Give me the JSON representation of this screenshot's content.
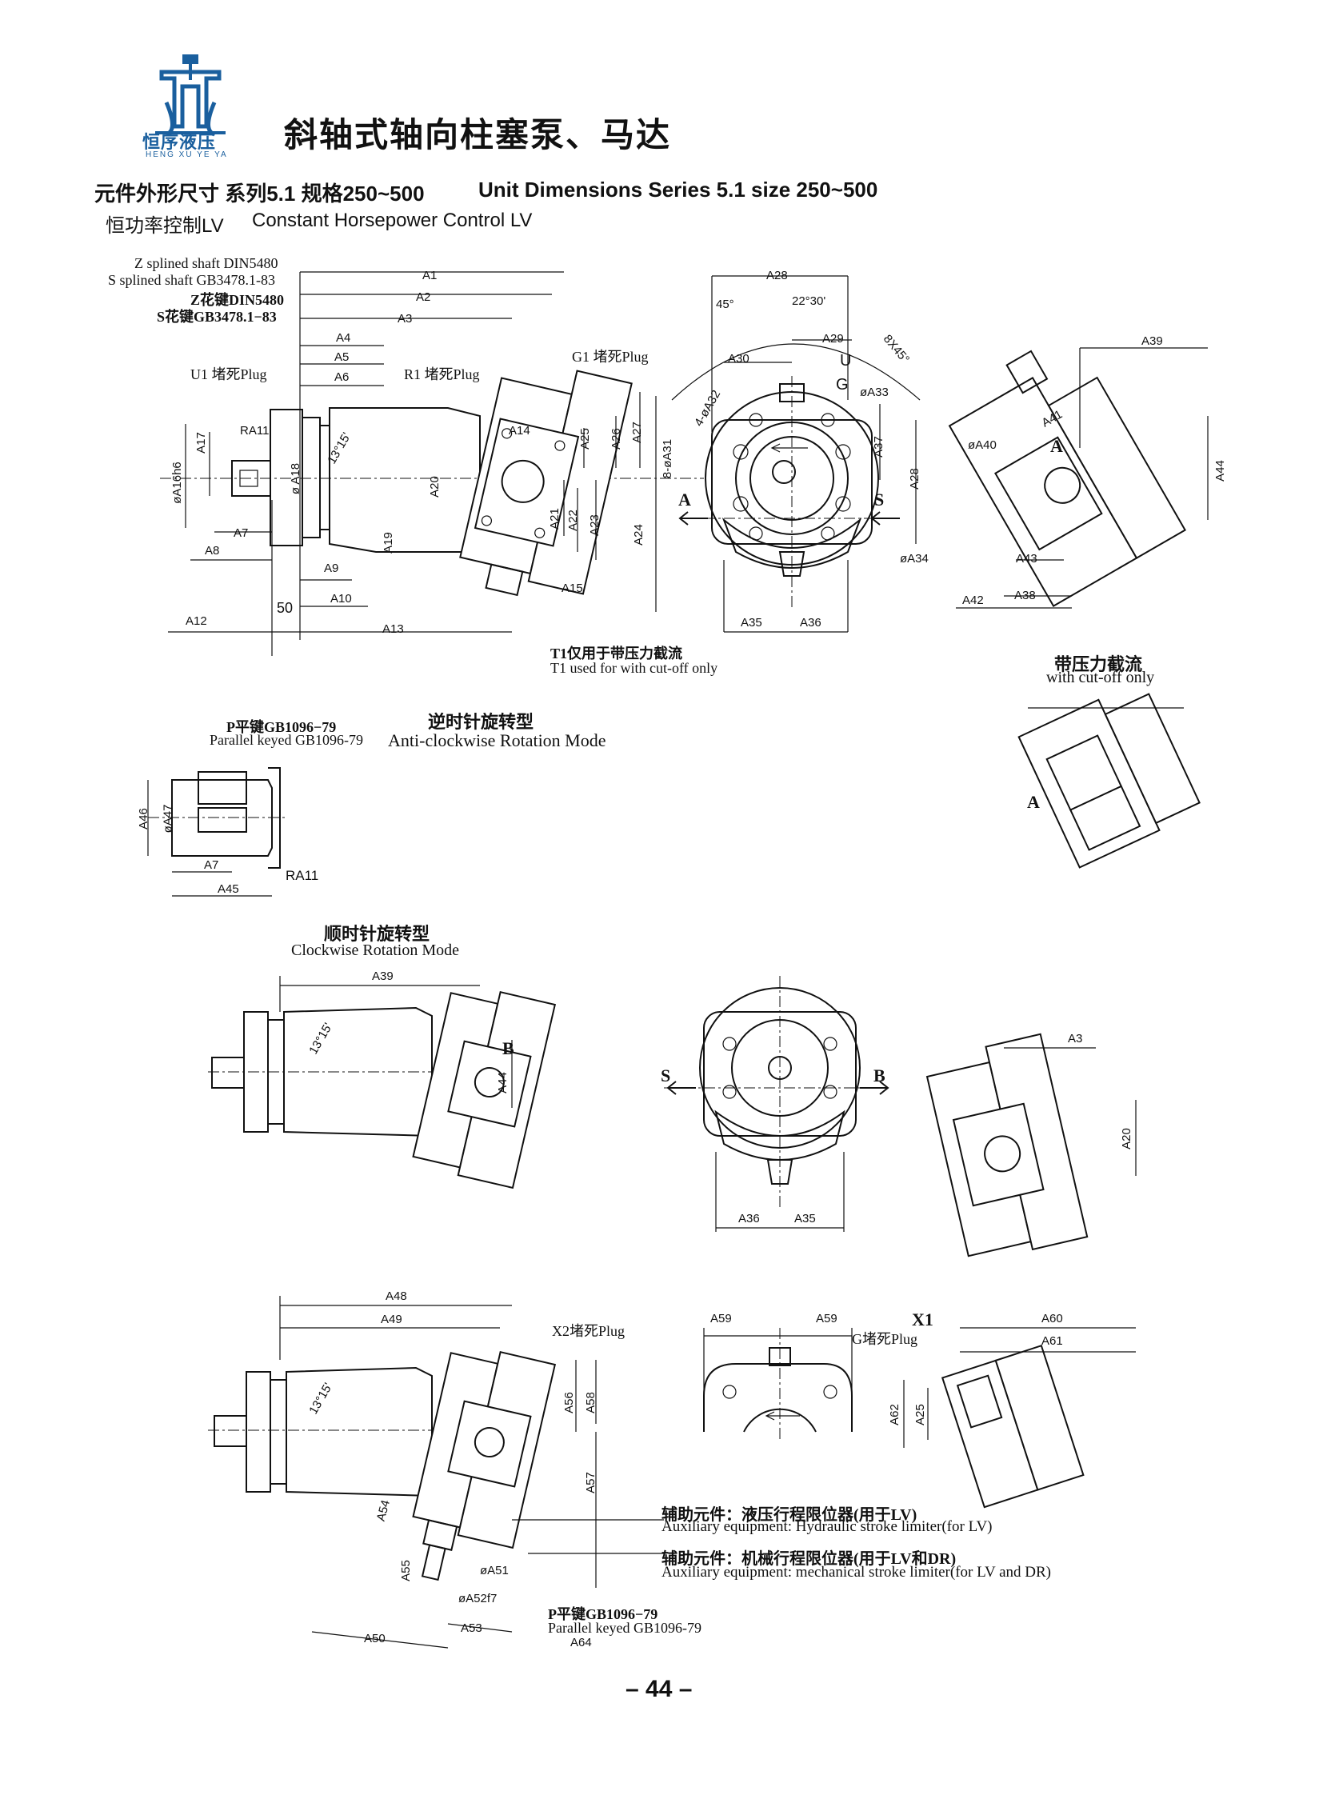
{
  "logo": {
    "name": "恒序液压",
    "sub": "HENG XU YE YA",
    "color": "#1a5f9e"
  },
  "header": {
    "title": "斜轴式轴向柱塞泵、马达",
    "subtitle_cn": "元件外形尺寸 系列5.1  规格250~500",
    "subtitle_en": "Unit Dimensions Series 5.1 size 250~500",
    "control_cn": "恒功率控制LV",
    "control_en": "Constant Horsepower Control LV"
  },
  "shaft_notes": {
    "z_en": "Z splined shaft DIN5480",
    "s_en": "S splined shaft GB3478.1-83",
    "z_cn": "Z花键DIN5480",
    "s_cn": "S花键GB3478.1−83"
  },
  "plugs": {
    "u1": "U1 堵死Plug",
    "r1": "R1 堵死Plug",
    "g1": "G1 堵死Plug",
    "x2": "X2堵死Plug",
    "g": "G堵死Plug",
    "x1": "X1"
  },
  "t1_note": {
    "cn": "T1仅用于带压力截流",
    "en": "T1 used for with cut-off only"
  },
  "cutoff": {
    "cn": "带压力截流",
    "en": "with cut-off only"
  },
  "anti_clockwise": {
    "cn": "逆时针旋转型",
    "en": "Anti-clockwise Rotation Mode"
  },
  "clockwise": {
    "cn": "顺时针旋转型",
    "en": "Clockwise Rotation Mode"
  },
  "parallel_key": {
    "cn": "P平键GB1096−79",
    "en": "Parallel keyed GB1096-79"
  },
  "aux1": {
    "cn": "辅助元件：液压行程限位器(用于LV)",
    "en": "Auxiliary equipment: Hydraulic stroke limiter(for LV)"
  },
  "aux2": {
    "cn": "辅助元件：机械行程限位器(用于LV和DR)",
    "en": "Auxiliary equipment: mechanical stroke limiter(for LV and DR)"
  },
  "parallel_key2": {
    "cn": "P平键GB1096−79",
    "en": "Parallel keyed GB1096-79",
    "dim": "A64"
  },
  "view_letters": {
    "A": "A",
    "S": "S",
    "B": "B"
  },
  "angles": {
    "tilt": "13°15'",
    "deg45": "45°",
    "deg22": "22°30'",
    "holes": "8X45°"
  },
  "dims": {
    "top_left": [
      "A1",
      "A2",
      "A3",
      "A4",
      "A5",
      "A6",
      "A7",
      "A8",
      "A9",
      "A10",
      "A12",
      "A13",
      "A14",
      "A15",
      "A17",
      "A18",
      "A19",
      "A20",
      "A21",
      "A22",
      "A23",
      "A24",
      "A25",
      "A26",
      "A27",
      "øA16h6",
      "ø A18",
      "RA11",
      "50"
    ],
    "front": [
      "A28",
      "A29",
      "A30",
      "A31",
      "A32",
      "A33",
      "A34",
      "A35",
      "A36",
      "A37",
      "U",
      "G",
      "4-øA32",
      "8-øA31",
      "øA33",
      "øA34"
    ],
    "right": [
      "A39",
      "A40",
      "A41",
      "A42",
      "A43",
      "A44",
      "A38",
      "øA40"
    ],
    "key": [
      "A46",
      "øA47",
      "A7",
      "A45",
      "RA11"
    ],
    "cw": [
      "A39",
      "A44",
      "A3",
      "A20",
      "A35",
      "A36"
    ],
    "bottom": [
      "A48",
      "A49",
      "A50",
      "A51",
      "A52f7",
      "A53",
      "A54",
      "A55",
      "A56",
      "A57",
      "A58",
      "A59",
      "A60",
      "A61",
      "A62",
      "A25",
      "øA51",
      "øA52f7"
    ]
  },
  "page_number": "– 44 –"
}
